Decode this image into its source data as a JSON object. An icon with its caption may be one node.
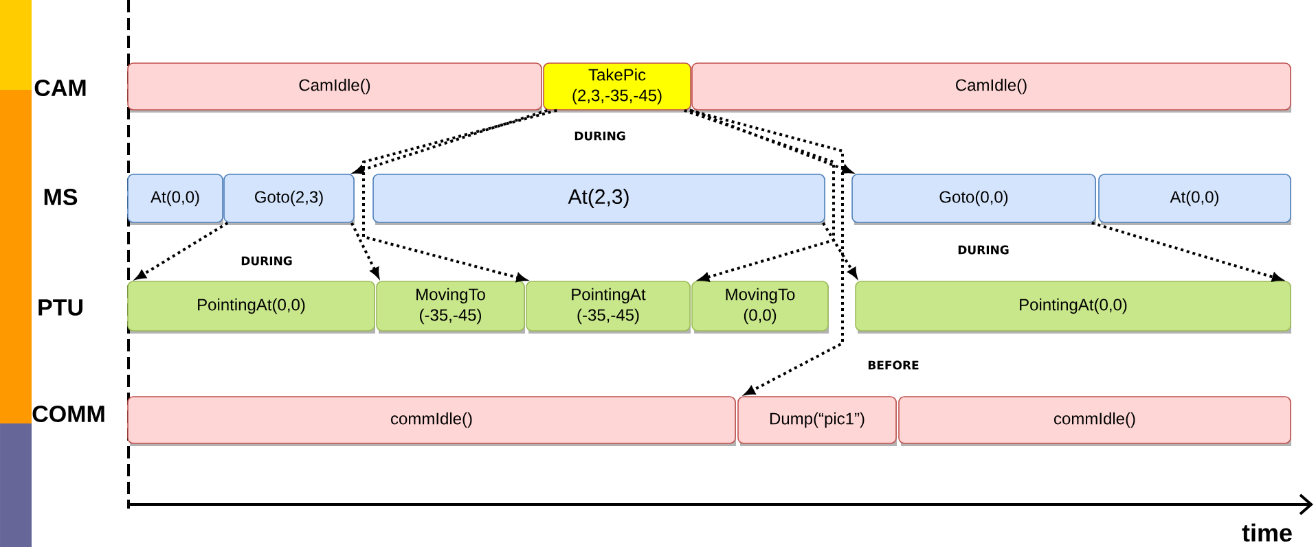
{
  "diagram": {
    "nodes": [
      {
        "text": [
          "CamIdle()"
        ]
      },
      {
        "text": [
          "TakePic (2,3,-35,-45)"
        ]
      },
      {
        "text": [
          "CamIdle()"
        ]
      },
      {
        "text": [
          "At(0,0)"
        ]
      },
      {
        "text": [
          "Goto(2,3)"
        ]
      },
      {
        "text": [
          "At(2,3)"
        ]
      },
      {
        "text": [
          "Goto(0,0)"
        ]
      },
      {
        "text": [
          "At(0,0)"
        ]
      },
      {
        "text": [
          "PointingAt(0,0)"
        ]
      },
      {
        "text": [
          "MovingTo (-35,-45)"
        ]
      },
      {
        "text": [
          "PointingAt (-35,-45)"
        ]
      },
      {
        "text": [
          "MovingTo (0,0)"
        ]
      },
      {
        "text": [
          "PointingAt(0,0)"
        ]
      },
      {
        "text": [
          "commIdle()"
        ]
      },
      {
        "text": [
          "Dump(“pic1”)"
        ]
      },
      {
        "text": [
          "commIdle()"
        ]
      }
    ],
    "edges": [
      {
        "from": 1,
        "to": 4,
        "arrow": "to"
      },
      {
        "from": 4,
        "to": 8,
        "arrow": "to"
      },
      {
        "from": 4,
        "to": 9,
        "arrow": "to"
      },
      {
        "from": 1,
        "to": 10,
        "arrow": "to"
      },
      {
        "from": 1,
        "to": 11,
        "arrow": "to"
      },
      {
        "from": 1,
        "to": 14,
        "arrow": "to",
        "label": "BEFORE"
      },
      {
        "from": 1,
        "to": 6,
        "arrow": "to"
      },
      {
        "from": 5,
        "to": 12,
        "arrow": "to"
      },
      {
        "from": 6,
        "to": 12,
        "arrow": "to"
      }
    ],
    "labels": [
      "CAM",
      "DURING",
      "MS",
      "DURING",
      "DURING",
      "PTU",
      "COMM",
      "time"
    ]
  }
}
